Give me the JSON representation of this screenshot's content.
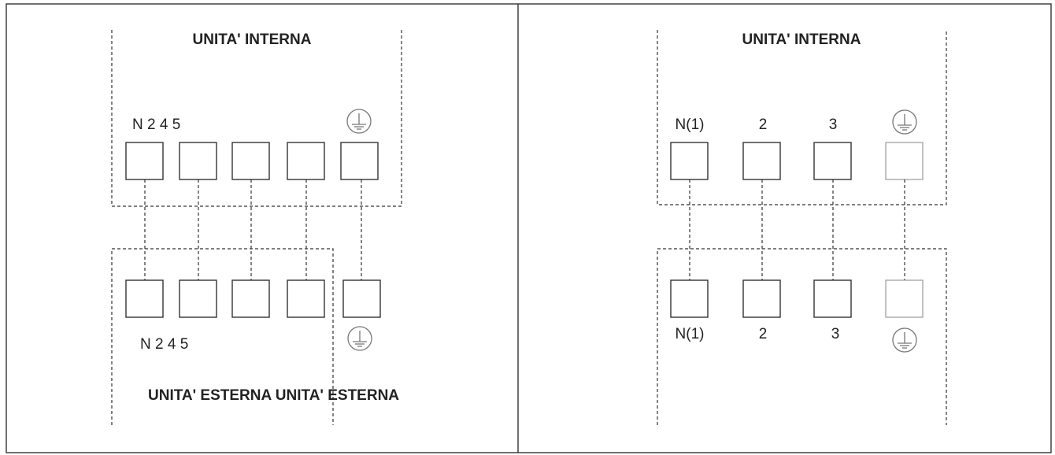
{
  "left_diagram": {
    "indoor_title": "UNITA' INTERNA",
    "indoor_terminal_labels": "N 2 4 5",
    "outdoor_terminal_labels": "N 2 4 5",
    "outdoor_title": "UNITA' ESTERNA UNITA' ESTERNA",
    "terminal_count": 5,
    "ground_symbol": "ground-icon"
  },
  "right_diagram": {
    "indoor_title": "UNITA' INTERNA",
    "indoor_terminals": [
      "N(1)",
      "2",
      "3"
    ],
    "outdoor_terminals": [
      "N(1)",
      "2",
      "3"
    ],
    "terminal_count": 4,
    "ground_symbol": "ground-icon"
  }
}
